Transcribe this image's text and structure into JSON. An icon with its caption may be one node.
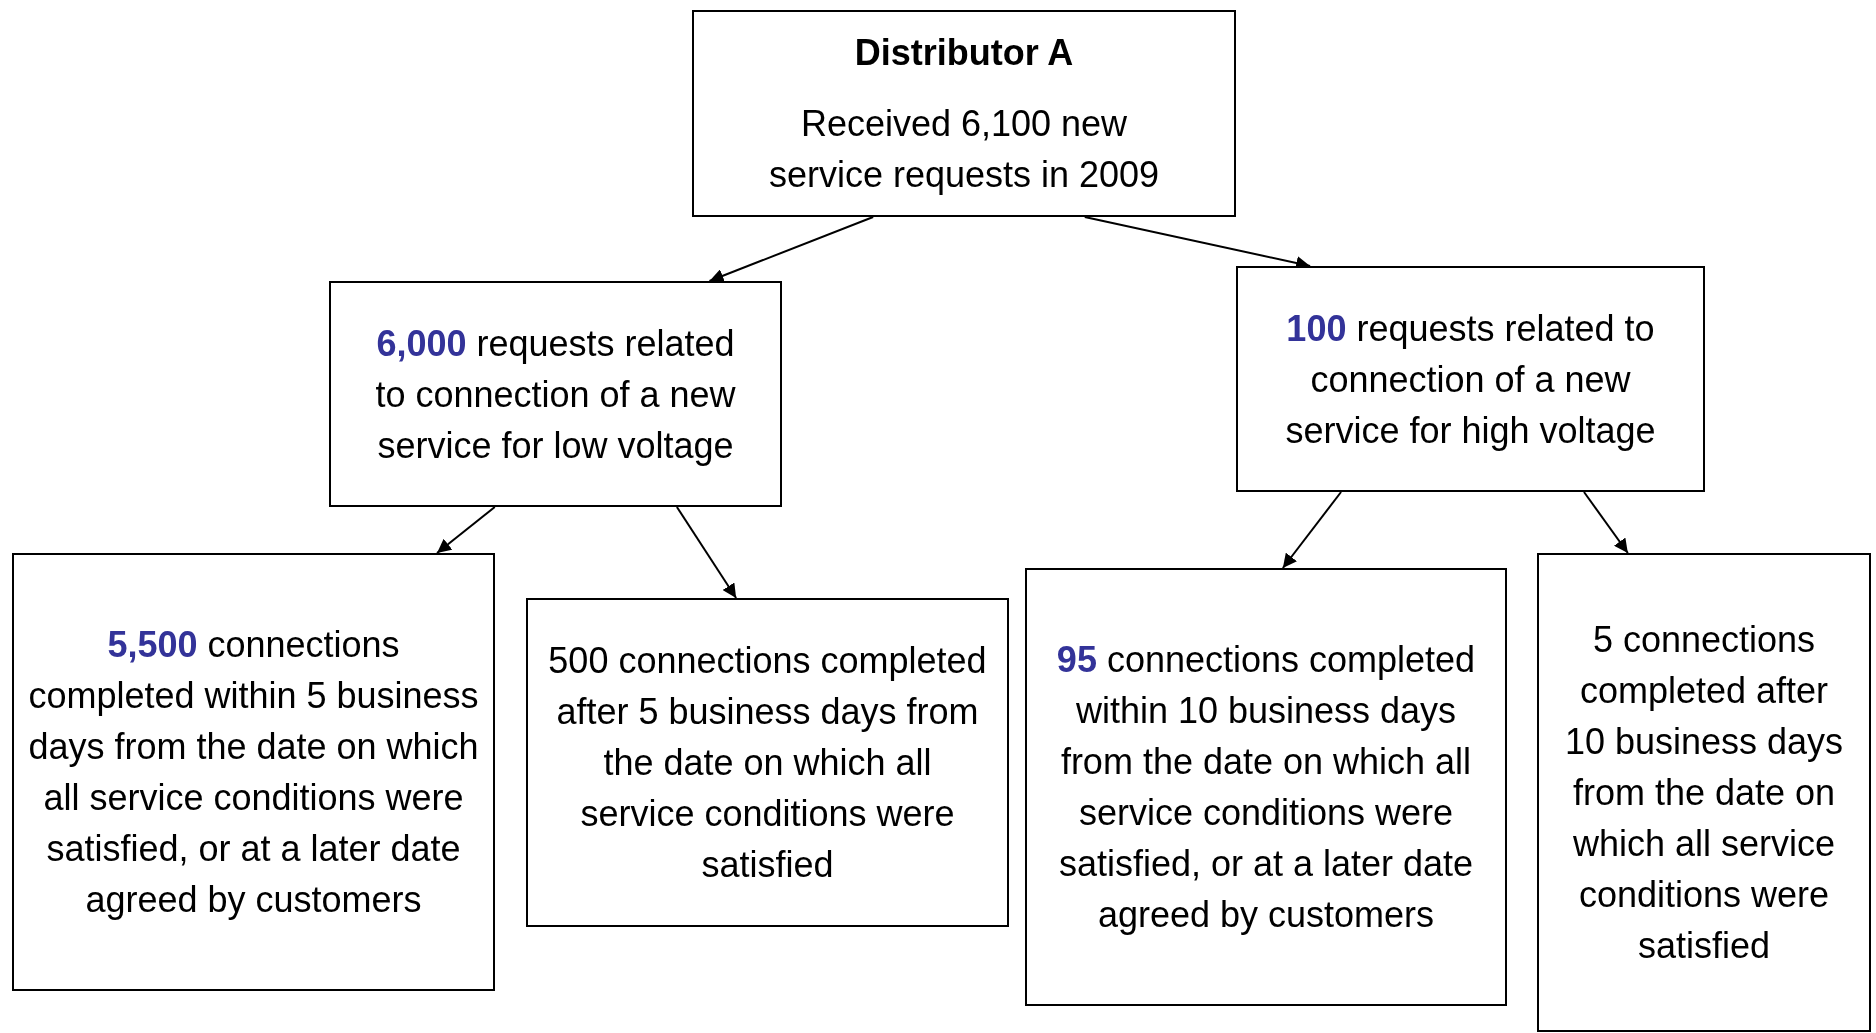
{
  "diagram": {
    "nodes": [
      {
        "text": [
          "Distributor A",
          "Received 6,100 new service requests in 2009"
        ]
      },
      {
        "text": [
          "**6,000** requests related to connection of a new service for low voltage"
        ]
      },
      {
        "text": [
          "**100** requests related to connection of a new service for high voltage"
        ]
      },
      {
        "text": [
          "**5,500** connections completed within 5 business days from the date on which all service conditions were satisfied, or at a later date agreed by customers"
        ]
      },
      {
        "text": [
          "500 connections completed after 5 business days from the date on which all service conditions were satisfied"
        ]
      },
      {
        "text": [
          "**95** connections completed within 10 business days from the date on which all service conditions were satisfied, or at a later date agreed by customers"
        ]
      },
      {
        "text": [
          "5 connections completed after 10 business days from the date on which all service conditions were satisfied"
        ]
      }
    ],
    "edges": [
      {
        "from": 0,
        "to": 1,
        "arrow": "to"
      },
      {
        "from": 0,
        "to": 2,
        "arrow": "to"
      },
      {
        "from": 1,
        "to": 3,
        "arrow": "to"
      },
      {
        "from": 1,
        "to": 4,
        "arrow": "to"
      },
      {
        "from": 2,
        "to": 5,
        "arrow": "to"
      },
      {
        "from": 2,
        "to": 6,
        "arrow": "to"
      }
    ]
  }
}
